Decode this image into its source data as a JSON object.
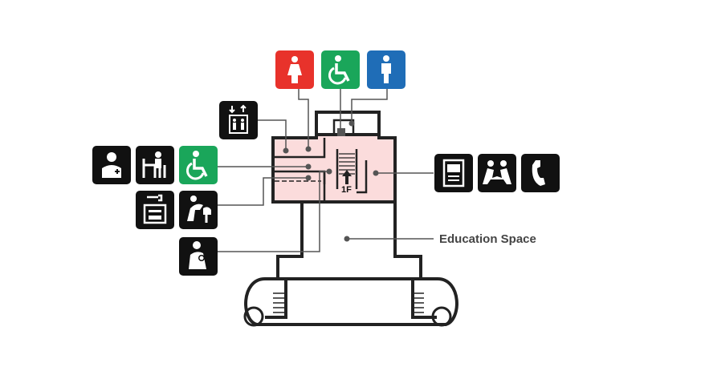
{
  "floor": {
    "label": "1F"
  },
  "labels": {
    "education_space": "Education Space"
  },
  "colors": {
    "women": "#e8322b",
    "accessible": "#1aa65a",
    "men": "#1f6db7",
    "icon_bg": "#111111",
    "highlight": "#fbdcdc",
    "wall": "#222222",
    "leader": "#555555"
  },
  "icons": [
    {
      "name": "womens-restroom-icon",
      "color": "women"
    },
    {
      "name": "accessible-restroom-icon",
      "color": "accessible"
    },
    {
      "name": "mens-restroom-icon",
      "color": "men"
    },
    {
      "name": "elevator-icon",
      "color": "icon_bg"
    },
    {
      "name": "first-aid-icon",
      "color": "icon_bg"
    },
    {
      "name": "information-desk-icon",
      "color": "icon_bg"
    },
    {
      "name": "wheelchair-rental-icon",
      "color": "accessible"
    },
    {
      "name": "coin-locker-icon",
      "color": "icon_bg"
    },
    {
      "name": "drinking-fountain-icon",
      "color": "icon_bg"
    },
    {
      "name": "nursing-room-icon",
      "color": "icon_bg"
    },
    {
      "name": "atm-icon",
      "color": "icon_bg"
    },
    {
      "name": "rest-area-icon",
      "color": "icon_bg"
    },
    {
      "name": "telephone-icon",
      "color": "icon_bg"
    }
  ]
}
